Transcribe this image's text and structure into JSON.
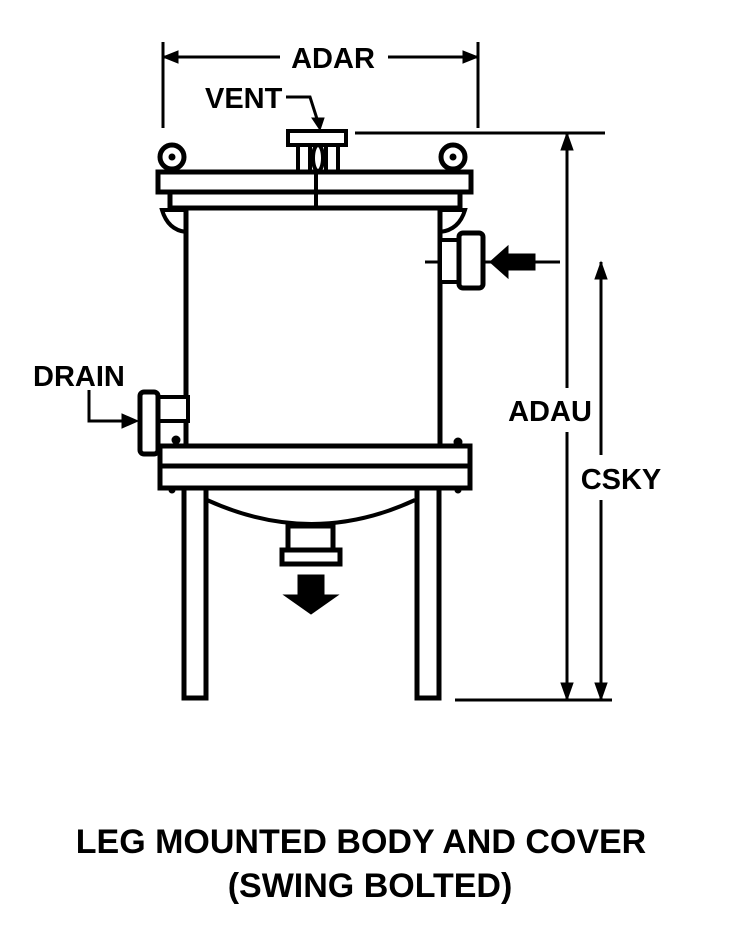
{
  "labels": {
    "width_dim": "ADAR",
    "vent": "VENT",
    "drain": "DRAIN",
    "overall_height_dim": "ADAU",
    "inlet_height_dim": "CSKY"
  },
  "caption": {
    "line1": "LEG MOUNTED BODY AND COVER",
    "line2": "(SWING BOLTED)"
  }
}
